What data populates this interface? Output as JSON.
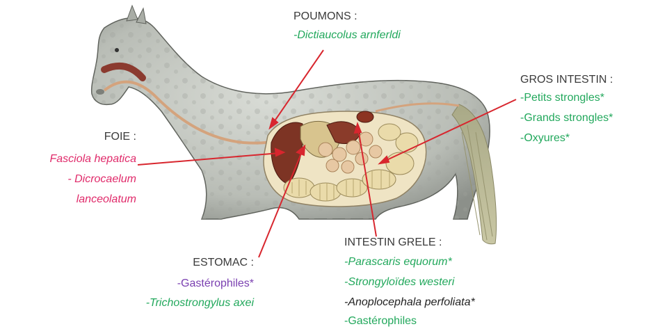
{
  "labels": {
    "poumons": {
      "title": "POUMONS :",
      "items": [
        "-Dictiaucolus arnferldi"
      ]
    },
    "gros_intestin": {
      "title": "GROS INTESTIN :",
      "items": [
        "-Petits strongles*",
        "-Grands strongles*",
        "-Oxyures*"
      ]
    },
    "foie": {
      "title": "FOIE :",
      "items": [
        "Fasciola hepatica",
        "- Dicrocaelum",
        "lanceolatum"
      ]
    },
    "estomac": {
      "title": "ESTOMAC :",
      "items": [
        "-Gastérophiles*",
        "-Trichostrongylus axei"
      ]
    },
    "intestin_grele": {
      "title": "INTESTIN GRELE :",
      "items": [
        "-Parascaris equorum*",
        "-Strongyloïdes westeri",
        "-Anoplocephala perfoliata*",
        "-Gastérophiles"
      ]
    }
  },
  "colors": {
    "arrow": "#d8262e",
    "green_text": "#22a85c",
    "pink_text": "#e02a6a",
    "purple_text": "#7a3fb0",
    "heading_text": "#3a3a3a"
  }
}
